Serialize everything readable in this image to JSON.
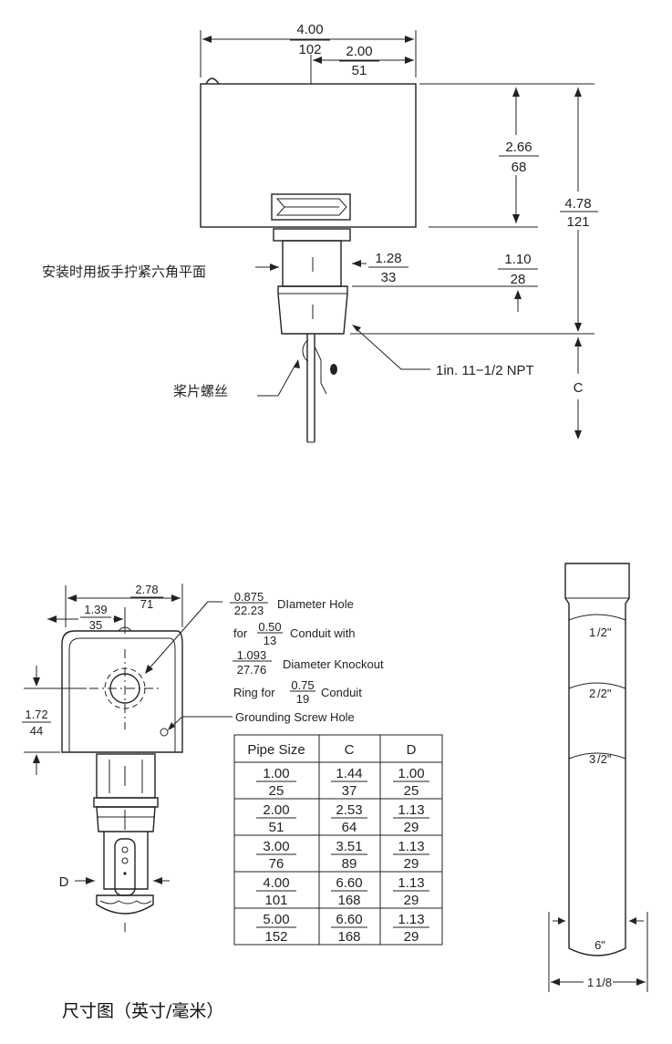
{
  "top_view": {
    "width_in": "4.00",
    "width_mm": "102",
    "half_width_in": "2.00",
    "half_width_mm": "51",
    "body_h_in": "2.66",
    "body_h_mm": "68",
    "total_h_in": "4.78",
    "total_h_mm": "121",
    "hex_w_in": "1.28",
    "hex_w_mm": "33",
    "hex_h_in": "1.10",
    "hex_h_mm": "28",
    "wrench_label": "安装时用扳手拧紧六角平面",
    "paddle_label": "桨片螺丝",
    "npt_label": "1in. 11−1/2 NPT",
    "c_label": "C"
  },
  "side_view": {
    "width_in": "2.78",
    "width_mm": "71",
    "half_width_in": "1.39",
    "half_width_mm": "35",
    "height_in": "1.72",
    "height_mm": "44",
    "d_label": "D"
  },
  "notes": {
    "hole_dia_in": "0.875",
    "hole_dia_mm": "22.23",
    "hole_text": "DIameter Hole",
    "conduit_pre": "for",
    "conduit_in": "0.50",
    "conduit_mm": "13",
    "conduit_text": "Conduit with",
    "knock_in": "1.093",
    "knock_mm": "27.76",
    "knock_text": "Diameter Knockout",
    "ring_pre": "Ring for",
    "ring_in": "0.75",
    "ring_mm": "19",
    "ring_text": "Conduit",
    "ground_text": "Grounding Screw Hole"
  },
  "table": {
    "headers": [
      "Pipe Size",
      "C",
      "D"
    ],
    "rows": [
      [
        [
          "1.00",
          "25"
        ],
        [
          "1.44",
          "37"
        ],
        [
          "1.00",
          "25"
        ]
      ],
      [
        [
          "2.00",
          "51"
        ],
        [
          "2.53",
          "64"
        ],
        [
          "1.13",
          "29"
        ]
      ],
      [
        [
          "3.00",
          "76"
        ],
        [
          "3.51",
          "89"
        ],
        [
          "1.13",
          "29"
        ]
      ],
      [
        [
          "4.00",
          "101"
        ],
        [
          "6.60",
          "168"
        ],
        [
          "1.13",
          "29"
        ]
      ],
      [
        [
          "5.00",
          "152"
        ],
        [
          "6.60",
          "168"
        ],
        [
          "1.13",
          "29"
        ]
      ]
    ]
  },
  "paddle": {
    "sizes": [
      "1",
      "2",
      "3"
    ],
    "size_den": "2",
    "bottom_label": "6\"",
    "width_whole": "1",
    "width_frac": "1/8"
  },
  "caption": "尺寸图（英寸/毫米）"
}
